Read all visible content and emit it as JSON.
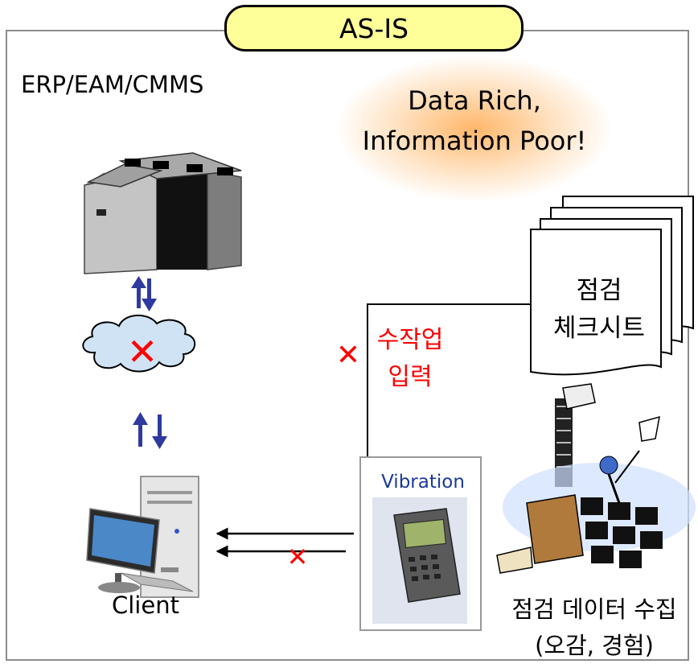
{
  "title": "AS-IS",
  "erp_label": "ERP/EAM/CMMS",
  "slogan": {
    "line1": "Data Rich,",
    "line2": "Information Poor!"
  },
  "checksheet": {
    "line1": "점검",
    "line2": "체크시트"
  },
  "manual_input": {
    "line1": "수작업",
    "line2": "입력"
  },
  "device_label": "Vibration",
  "client_label": "Client",
  "collection": {
    "line1": "점검 데이터 수집",
    "line2": "(오감, 경험)"
  },
  "x_symbol": "✕",
  "colors": {
    "title_fill": "#ffff99",
    "arrow_blue": "#2e3a9e",
    "cross_red": "#ff0000",
    "cloud_fill": "#cfe3f5",
    "frame": "#8c8c8c"
  }
}
